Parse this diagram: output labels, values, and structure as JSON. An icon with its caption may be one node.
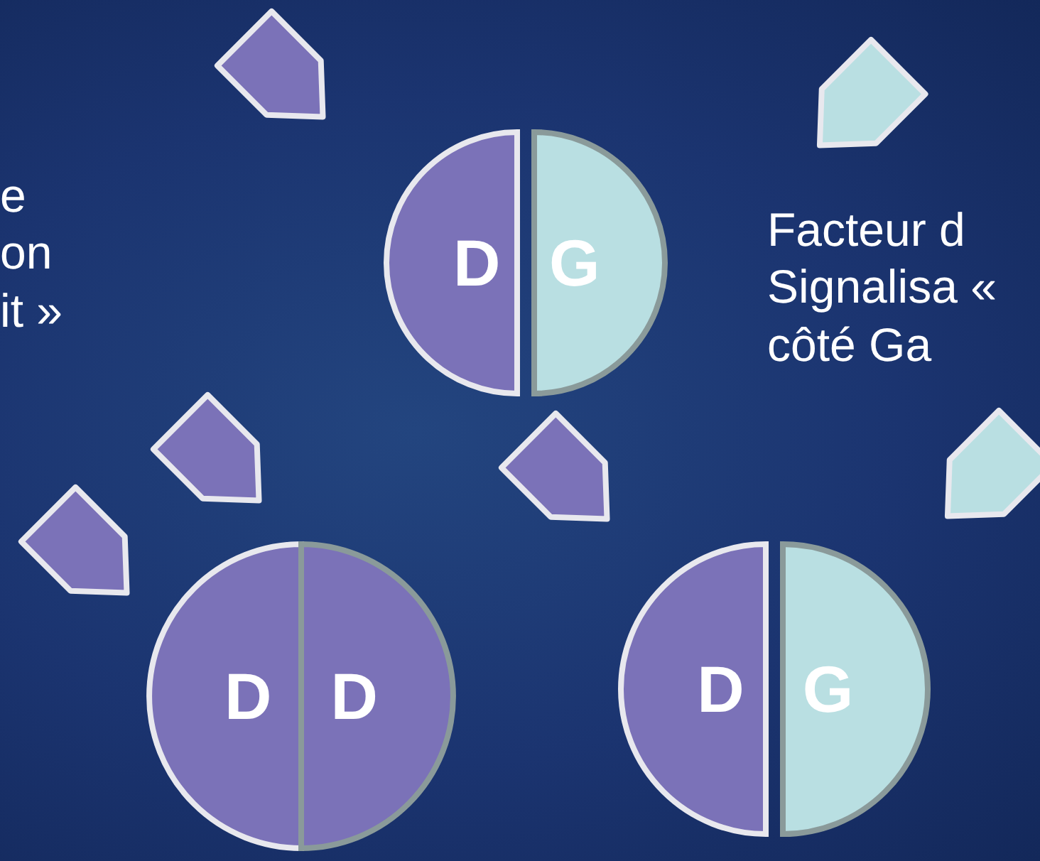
{
  "diagram": {
    "nodes": [
      {
        "text": [],
        "shape": "pentagon"
      },
      {
        "text": [],
        "shape": "pentagon"
      },
      {
        "text": [
          "D",
          "G"
        ]
      },
      {
        "text": [],
        "shape": "pentagon"
      },
      {
        "text": [],
        "shape": "pentagon"
      },
      {
        "text": [],
        "shape": "pentagon"
      },
      {
        "text": [],
        "shape": "pentagon"
      },
      {
        "text": [
          "D",
          "D"
        ]
      },
      {
        "text": [
          "D",
          "G"
        ]
      }
    ],
    "labels": [
      "e on it »",
      "Facteur d Signalisa « côté Ga"
    ]
  }
}
